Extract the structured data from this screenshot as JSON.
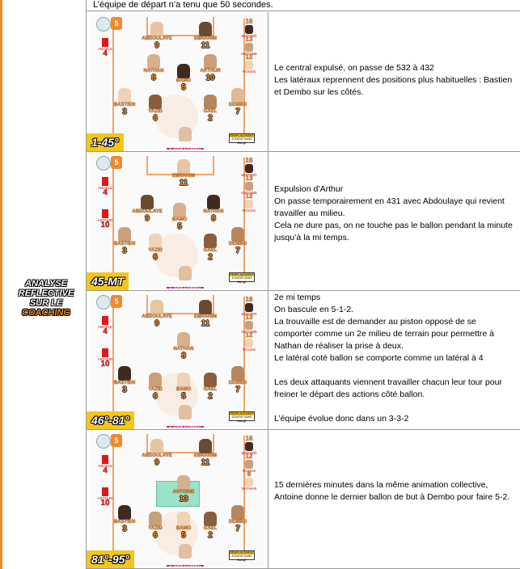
{
  "intro_text": "L’équipe de départ n’a tenu que 50 secondes.",
  "side_label": {
    "line1": "ANALYSE",
    "line2": "REFLECTIVE",
    "line3": "SUR LE",
    "line4": "COACHING"
  },
  "logo_badge": "5",
  "gk_suffix_icon": "substitution-circle-icon",
  "legend": {
    "title": "REMPLACEMENT",
    "subtitle": "JOUEUR SANS BALLE"
  },
  "rows": [
    {
      "time": "1-45°",
      "paragraphs": [
        "Le central expulsé, on passe de 532 à 432",
        "Les latéraux reprennent des positions plus habituelles : Bastien et Dembo sur les côtés."
      ],
      "players": [
        {
          "name": "ABDOULAYE",
          "num": "9"
        },
        {
          "name": "EBRAHIM",
          "num": "11"
        },
        {
          "name": "NATHAN",
          "num": "8"
        },
        {
          "name": "BAMO",
          "num": "5"
        },
        {
          "name": "ARTHUR",
          "num": "10"
        },
        {
          "name": "BASTIEN",
          "num": "3"
        },
        {
          "name": "YAZID",
          "num": "6"
        },
        {
          "name": "GAËL",
          "num": "2"
        },
        {
          "name": "DEMBO",
          "num": "7"
        }
      ],
      "gk": {
        "name": "SEBASTIEN",
        "num": "1"
      },
      "left_bench": [
        {
          "name": "ANCELE",
          "num": "4"
        }
      ],
      "right_bench": [
        {
          "num": "16",
          "name": "MAEYER"
        },
        {
          "num": "13",
          "name": "ANTOINE"
        },
        {
          "num": "12",
          "name": "ROUSS"
        }
      ]
    },
    {
      "time": "45-MT",
      "paragraphs": [
        "Expulsion d’Arthur",
        "On passe temporairement en 431 avec Abdoulaye qui revient travailler au milieu.",
        "Cela ne dure pas, on ne touche pas le ballon pendant la minute jusqu’à la mi temps."
      ],
      "players": [
        {
          "name": "EBRAHIM",
          "num": "11"
        },
        {
          "name": "ABDOULAYE",
          "num": "9"
        },
        {
          "name": "BAMO",
          "num": "5"
        },
        {
          "name": "NATHAN",
          "num": "8"
        },
        {
          "name": "BASTIEN",
          "num": "3"
        },
        {
          "name": "YAZID",
          "num": "6"
        },
        {
          "name": "GAËL",
          "num": "2"
        },
        {
          "name": "DEMBO",
          "num": "7"
        }
      ],
      "gk": {
        "name": "SEBASTIEN",
        "num": "1"
      },
      "left_bench": [
        {
          "name": "ANCELE",
          "num": "4"
        },
        {
          "name": "ARTHUR",
          "num": "10"
        }
      ],
      "right_bench": [
        {
          "num": "16",
          "name": "MAEYER"
        },
        {
          "num": "13",
          "name": "ANTOINE"
        },
        {
          "num": "12",
          "name": "ROUSS"
        }
      ]
    },
    {
      "time": "46°-81°",
      "paragraphs": [
        "2e mi temps",
        "On bascule en 5-1-2.",
        "La trouvaille est de demander au piston opposé de se comporter comme un 2e milieu de terrain pour permettre à Nathan de réaliser la prise à deux.",
        "Le latéral coté ballon se comporte comme un latéral à 4",
        "",
        "Les deux attaquants viennent travailler chacun leur tour pour freiner le départ des actions côté ballon.",
        "",
        "L’équipe évolue donc dans un 3-3-2"
      ],
      "players": [
        {
          "name": "ABDOULAYE",
          "num": "9"
        },
        {
          "name": "EBRAHIM",
          "num": "11"
        },
        {
          "name": "NATHAN",
          "num": "8"
        },
        {
          "name": "BASTIEN",
          "num": "3"
        },
        {
          "name": "YAZID",
          "num": "6"
        },
        {
          "name": "BAMO",
          "num": "5"
        },
        {
          "name": "GAËL",
          "num": "2"
        },
        {
          "name": "DEMBO",
          "num": "7"
        }
      ],
      "gk": {
        "name": "SEBASTIEN",
        "num": "1"
      },
      "left_bench": [
        {
          "name": "ANCELE",
          "num": "4"
        },
        {
          "name": "ARTHUR",
          "num": "10"
        }
      ],
      "right_bench": [
        {
          "num": "16",
          "name": "MAEYER"
        },
        {
          "num": "13",
          "name": "ANTOINE"
        },
        {
          "num": "12",
          "name": "ROUSS"
        }
      ]
    },
    {
      "time": "81°-95°",
      "paragraphs": [
        "15 dernières minutes dans la même animation collective, Antoine donne le dernier ballon de but à Dembo pour faire 5-2."
      ],
      "players": [
        {
          "name": "ABDOULAYE",
          "num": "9"
        },
        {
          "name": "EBRAHIM",
          "num": "11"
        },
        {
          "name": "ANTOINE",
          "num": "13"
        },
        {
          "name": "BASTIEN",
          "num": "3"
        },
        {
          "name": "YAZID",
          "num": "6"
        },
        {
          "name": "BAMO",
          "num": "5"
        },
        {
          "name": "GAËL",
          "num": "2"
        },
        {
          "name": "DEMBO",
          "num": "7"
        }
      ],
      "gk": {
        "name": "SEBASTIEN",
        "num": "1"
      },
      "left_bench": [
        {
          "name": "ANCELE",
          "num": "4"
        },
        {
          "name": "ARTHUR",
          "num": "10"
        }
      ],
      "right_bench": [
        {
          "num": "16",
          "name": "MAEYER"
        },
        {
          "num": "12",
          "name": "ROUSS"
        },
        {
          "num": "8",
          "name": "NATHAN"
        }
      ]
    }
  ]
}
